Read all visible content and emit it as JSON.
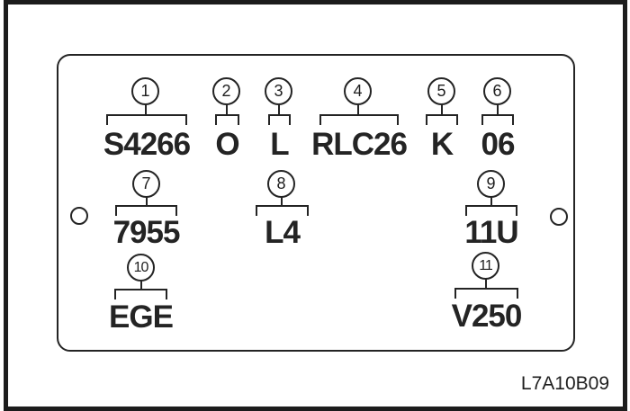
{
  "figure": {
    "caption_code": "L7A10B09"
  },
  "callouts": [
    {
      "num": "1",
      "code": "S4266"
    },
    {
      "num": "2",
      "code": "O"
    },
    {
      "num": "3",
      "code": "L"
    },
    {
      "num": "4",
      "code": "RLC26"
    },
    {
      "num": "5",
      "code": "K"
    },
    {
      "num": "6",
      "code": "06"
    },
    {
      "num": "7",
      "code": "7955"
    },
    {
      "num": "8",
      "code": "L4"
    },
    {
      "num": "9",
      "code": "11U"
    },
    {
      "num": "10",
      "code": "EGE"
    },
    {
      "num": "11",
      "code": "V250"
    }
  ]
}
